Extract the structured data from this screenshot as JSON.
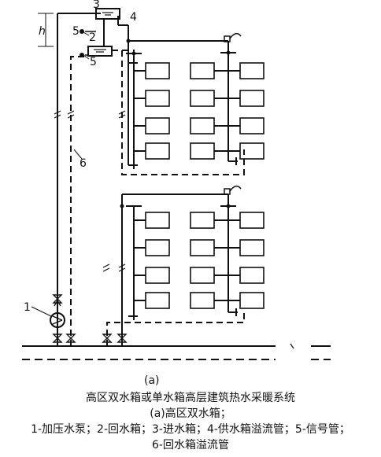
{
  "labels": {
    "n1": "1",
    "n2": "2",
    "n3": "3",
    "n4": "4",
    "n5a": "5",
    "n5b": "5",
    "n6": "6",
    "h": "h",
    "sub": "(a)"
  },
  "caption": {
    "title": "高区双水箱或单水箱高层建筑热水采暖系统",
    "subtitle": "(a)高区双水箱；",
    "legend1": "1-加压水泵；2-回水箱；3-进水箱；4-供水箱溢流管；5-信号管；",
    "legend2": "6-回水箱溢流管"
  }
}
